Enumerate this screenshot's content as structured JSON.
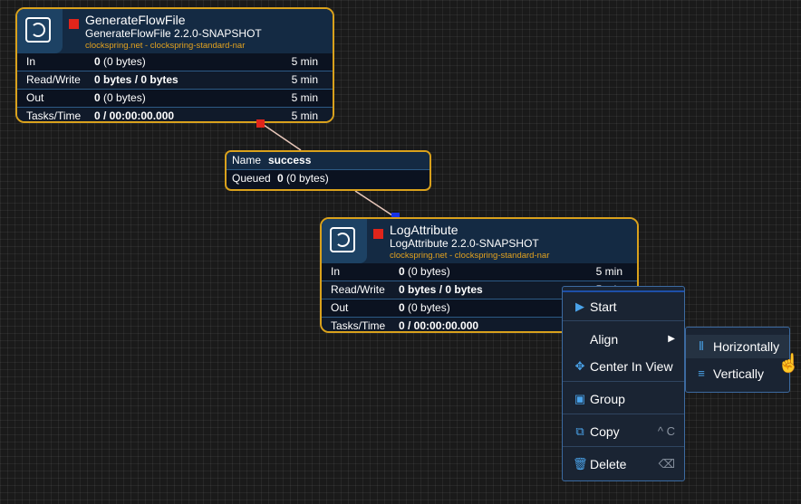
{
  "processors": [
    {
      "name": "GenerateFlowFile",
      "type": "GenerateFlowFile 2.2.0-SNAPSHOT",
      "bundle": "clockspring.net - clockspring-standard-nar",
      "rows": [
        {
          "label": "In",
          "value": "0",
          "detail": " (0 bytes)",
          "time": "5 min"
        },
        {
          "label": "Read/Write",
          "value": "0 bytes / 0 bytes",
          "detail": "",
          "time": "5 min"
        },
        {
          "label": "Out",
          "value": "0",
          "detail": " (0 bytes)",
          "time": "5 min"
        },
        {
          "label": "Tasks/Time",
          "value": "0 / 00:00:00.000",
          "detail": "",
          "time": "5 min"
        }
      ]
    },
    {
      "name": "LogAttribute",
      "type": "LogAttribute 2.2.0-SNAPSHOT",
      "bundle": "clockspring.net - clockspring-standard-nar",
      "rows": [
        {
          "label": "In",
          "value": "0",
          "detail": " (0 bytes)",
          "time": "5 min"
        },
        {
          "label": "Read/Write",
          "value": "0 bytes / 0 bytes",
          "detail": "",
          "time": "5 min"
        },
        {
          "label": "Out",
          "value": "0",
          "detail": " (0 bytes)",
          "time": ""
        },
        {
          "label": "Tasks/Time",
          "value": "0 / 00:00:00.000",
          "detail": "",
          "time": ""
        }
      ]
    }
  ],
  "connection": {
    "name_label": "Name",
    "name_value": "success",
    "queued_label": "Queued",
    "queued_value": "0",
    "queued_detail": " (0 bytes)"
  },
  "context_menu": {
    "items": [
      {
        "label": "Start",
        "icon": "play-icon",
        "shortcut": ""
      },
      {
        "label": "Align",
        "icon": "",
        "shortcut": ""
      },
      {
        "label": "Center In View",
        "icon": "crosshair-icon",
        "shortcut": ""
      },
      {
        "label": "Group",
        "icon": "group-icon",
        "shortcut": ""
      },
      {
        "label": "Copy",
        "icon": "copy-icon",
        "shortcut": "^ C"
      },
      {
        "label": "Delete",
        "icon": "trash-icon",
        "shortcut": "⌫"
      }
    ]
  },
  "align_submenu": {
    "items": [
      {
        "label": "Horizontally",
        "icon": "align-horizontal-icon"
      },
      {
        "label": "Vertically",
        "icon": "align-vertical-icon"
      }
    ]
  },
  "colors": {
    "accent_border": "#d9a11c",
    "stopped": "#e0251b",
    "menu_icon": "#4aa3ea"
  }
}
